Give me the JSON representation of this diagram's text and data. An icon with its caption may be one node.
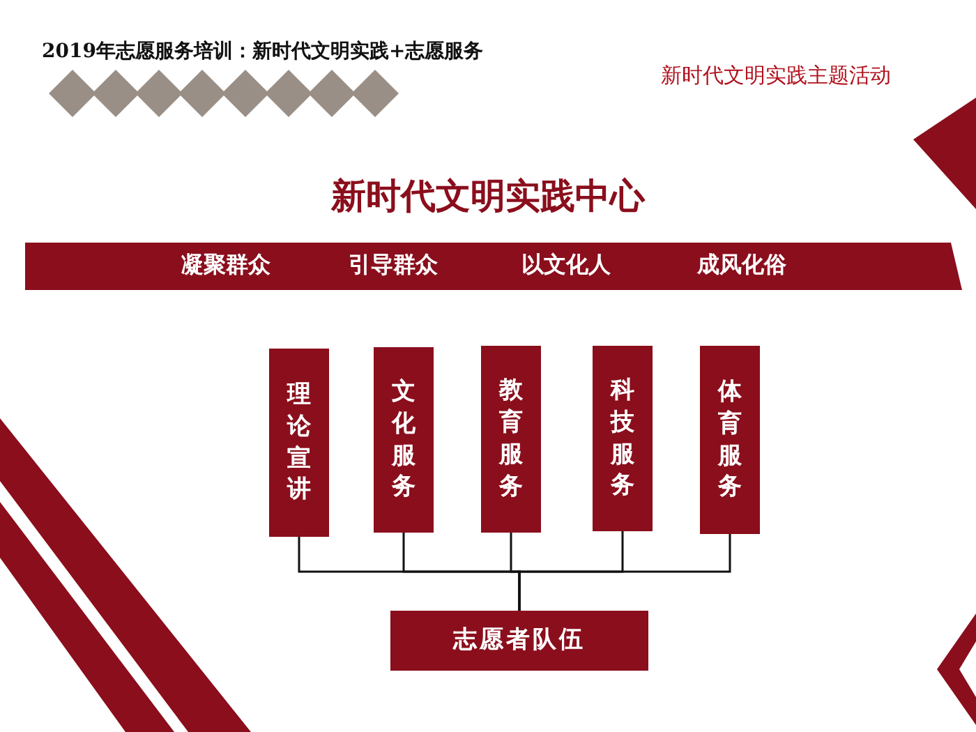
{
  "diagram": {
    "title": "新时代文明实践中心",
    "nodes": [
      {
        "text": [
          "凝聚群众",
          "引导群众",
          "以文化人",
          "成风化俗"
        ]
      },
      {
        "text": [
          "理论宣讲"
        ]
      },
      {
        "text": [
          "文化服务"
        ]
      },
      {
        "text": [
          "教育服务"
        ]
      },
      {
        "text": [
          "科技服务"
        ]
      },
      {
        "text": [
          "体育服务"
        ]
      },
      {
        "text": [
          "志愿者队伍"
        ]
      }
    ],
    "edges": [
      {
        "from": 6,
        "to": 1,
        "arrow": "none"
      },
      {
        "from": 6,
        "to": 2,
        "arrow": "none"
      },
      {
        "from": 6,
        "to": 3,
        "arrow": "none"
      },
      {
        "from": 6,
        "to": 4,
        "arrow": "none"
      },
      {
        "from": 6,
        "to": 5,
        "arrow": "none"
      }
    ],
    "labels": [
      "2019年志愿服务培训：新时代文明实践+志愿服务",
      "新时代文明实践主题活动"
    ]
  }
}
